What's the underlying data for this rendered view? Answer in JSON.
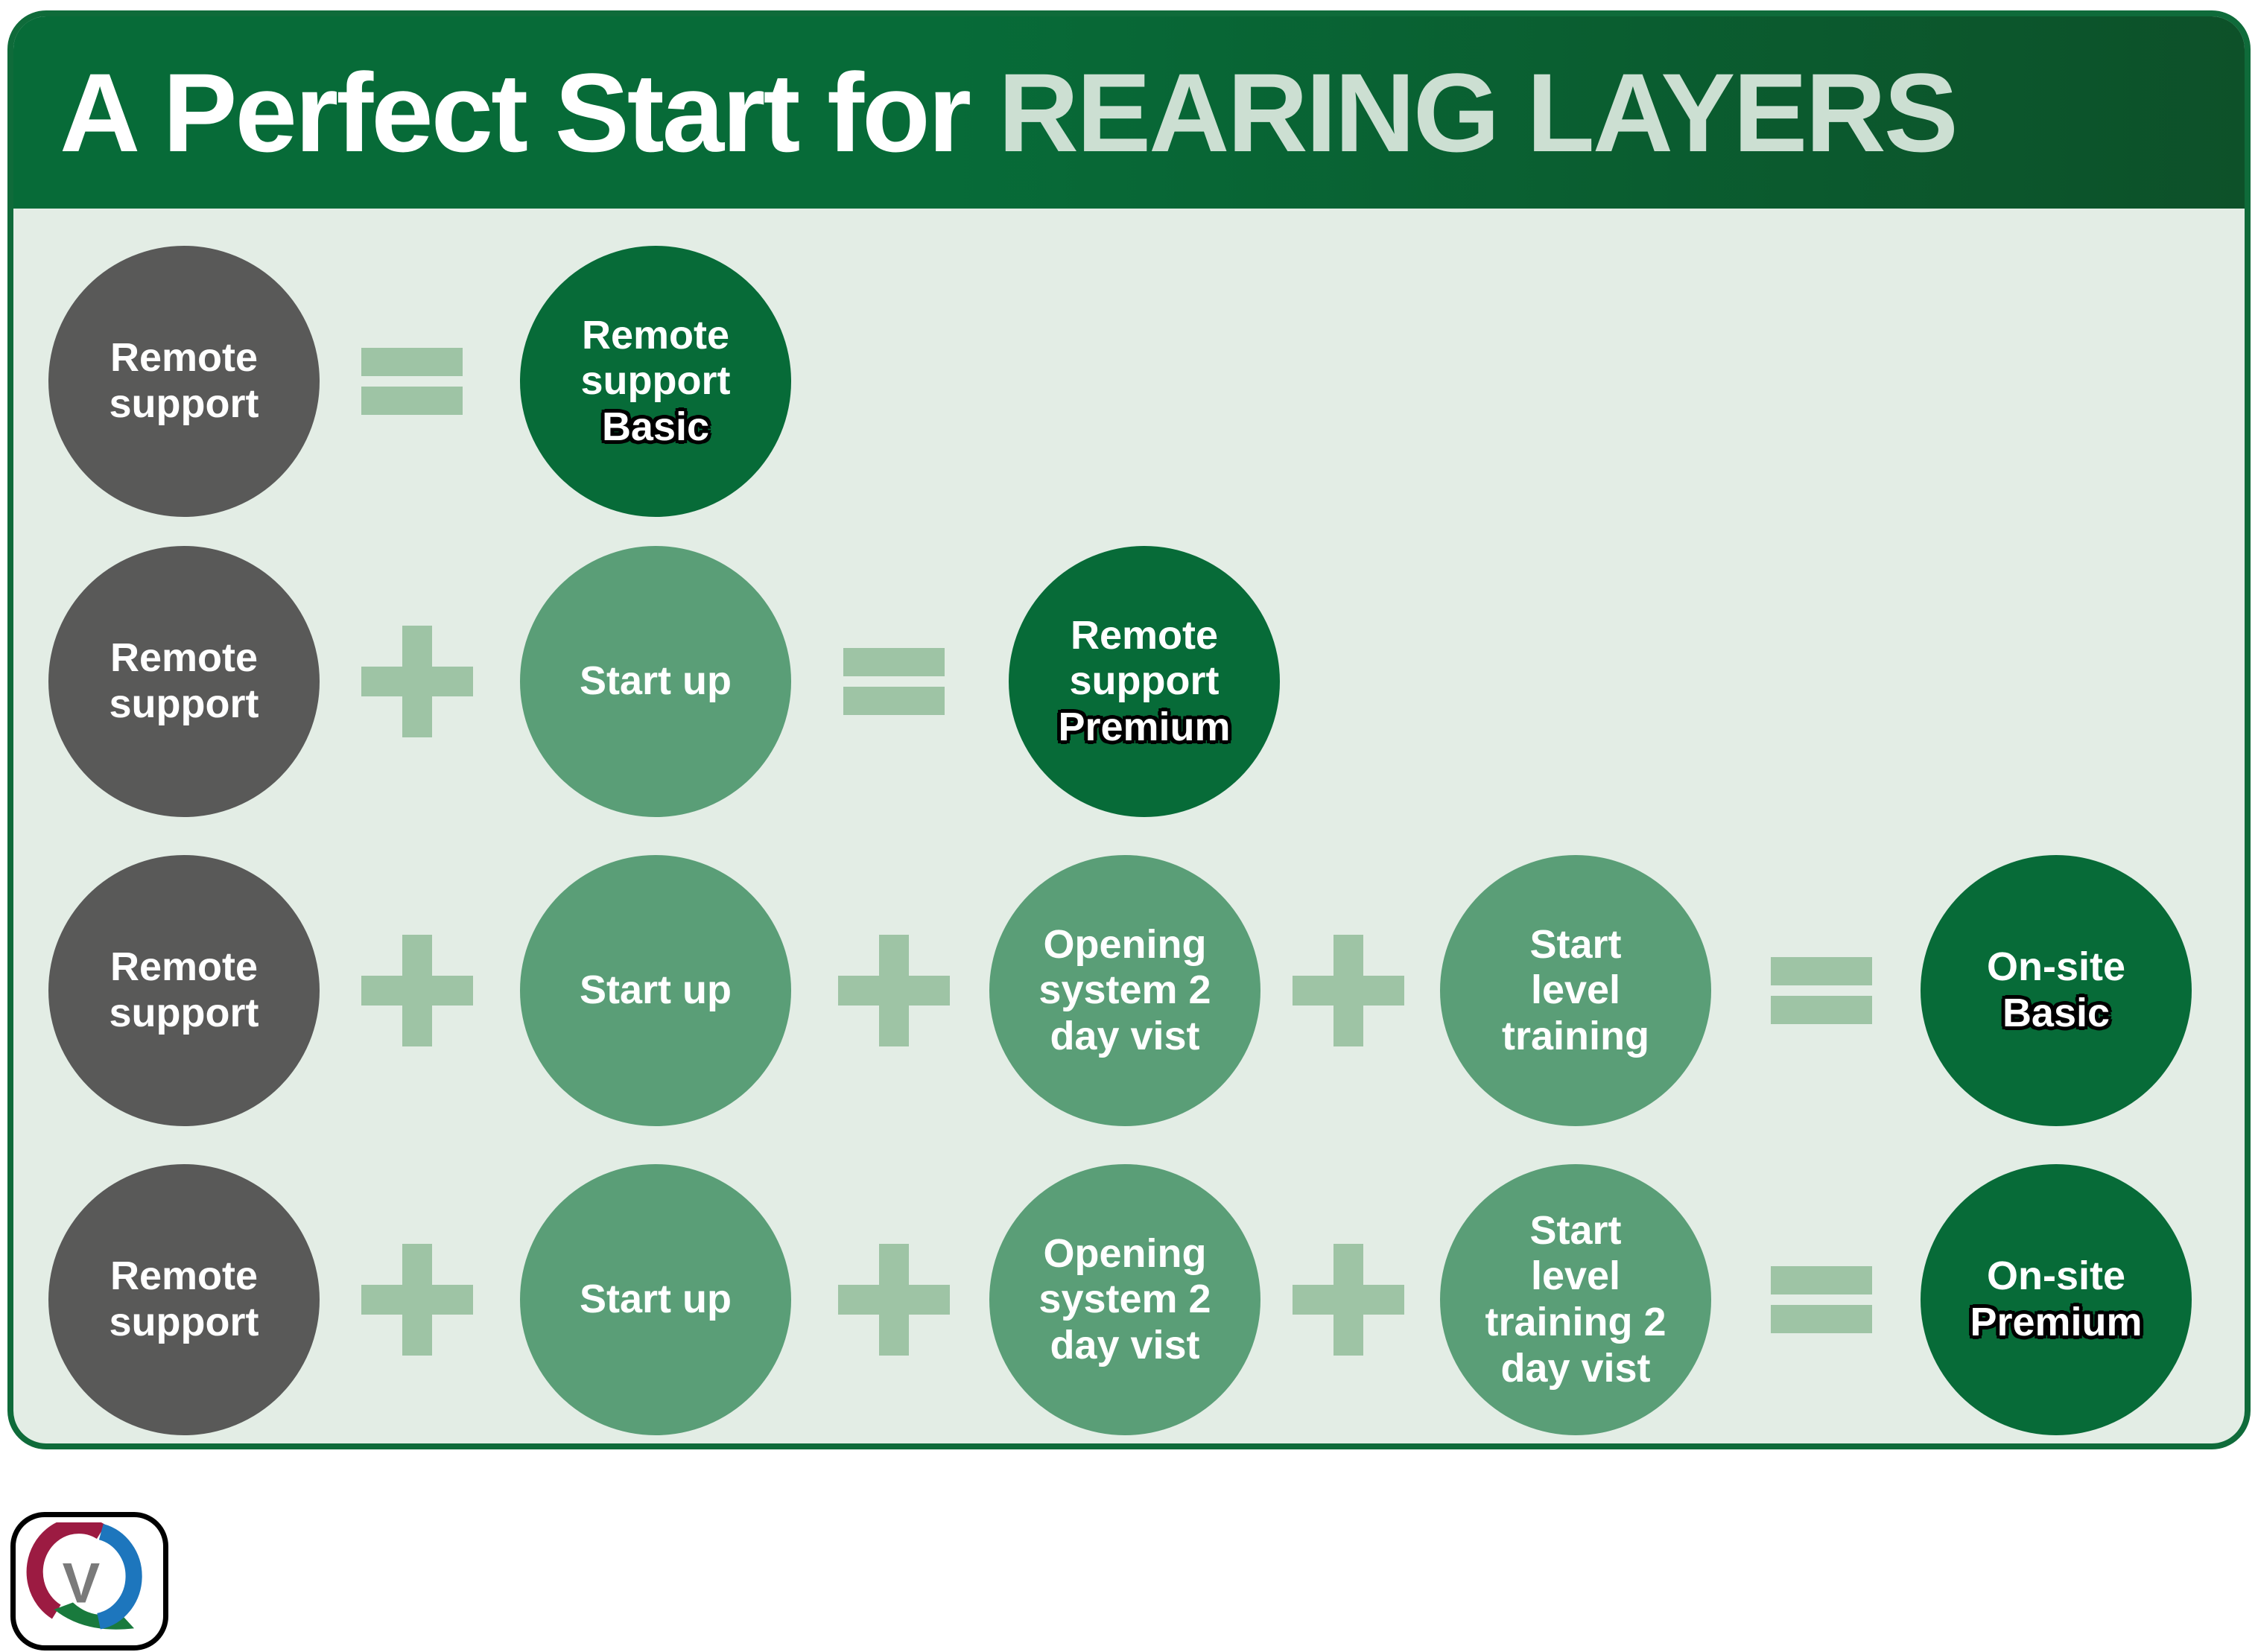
{
  "header": {
    "title_prefix": "A Perfect Start for",
    "title_highlight": "REARING LAYERS"
  },
  "colors": {
    "header_green": "#076b38",
    "header_green_dark": "#0d5129",
    "panel_bg": "#e3ede5",
    "panel_border": "#0f6b3a",
    "circle_gray": "#595958",
    "circle_green": "#5a9e77",
    "circle_dark_green": "#076b38",
    "operator_green": "#9ec4a5",
    "title_highlight": "#ccdfd2"
  },
  "rows": [
    {
      "items": [
        {
          "kind": "circle",
          "variant": "gray",
          "label": "Remote\nsupport"
        },
        {
          "kind": "equals"
        },
        {
          "kind": "circle",
          "variant": "dark",
          "label": "Remote\nsupport",
          "emphasis": "Basic"
        }
      ]
    },
    {
      "items": [
        {
          "kind": "circle",
          "variant": "gray",
          "label": "Remote\nsupport"
        },
        {
          "kind": "plus"
        },
        {
          "kind": "circle",
          "variant": "green",
          "label": "Start up"
        },
        {
          "kind": "equals"
        },
        {
          "kind": "circle",
          "variant": "dark",
          "label": "Remote\nsupport",
          "emphasis": "Premium"
        }
      ]
    },
    {
      "items": [
        {
          "kind": "circle",
          "variant": "gray",
          "label": "Remote\nsupport"
        },
        {
          "kind": "plus"
        },
        {
          "kind": "circle",
          "variant": "green",
          "label": "Start up"
        },
        {
          "kind": "plus"
        },
        {
          "kind": "circle",
          "variant": "green",
          "label": "Opening\nsystem 2\nday vist"
        },
        {
          "kind": "plus"
        },
        {
          "kind": "circle",
          "variant": "green",
          "label": "Start\nlevel\ntraining"
        },
        {
          "kind": "equals"
        },
        {
          "kind": "circle",
          "variant": "dark",
          "label": "On-site",
          "emphasis": "Basic"
        }
      ]
    },
    {
      "items": [
        {
          "kind": "circle",
          "variant": "gray",
          "label": "Remote\nsupport"
        },
        {
          "kind": "plus"
        },
        {
          "kind": "circle",
          "variant": "green",
          "label": "Start up"
        },
        {
          "kind": "plus"
        },
        {
          "kind": "circle",
          "variant": "green",
          "label": "Opening\nsystem 2\nday vist"
        },
        {
          "kind": "plus"
        },
        {
          "kind": "circle",
          "variant": "green",
          "label": "Start\nlevel\ntraining 2\nday vist"
        },
        {
          "kind": "equals"
        },
        {
          "kind": "circle",
          "variant": "dark",
          "label": "On-site",
          "emphasis": "Premium"
        }
      ]
    }
  ],
  "logo": {
    "letter": "V"
  }
}
